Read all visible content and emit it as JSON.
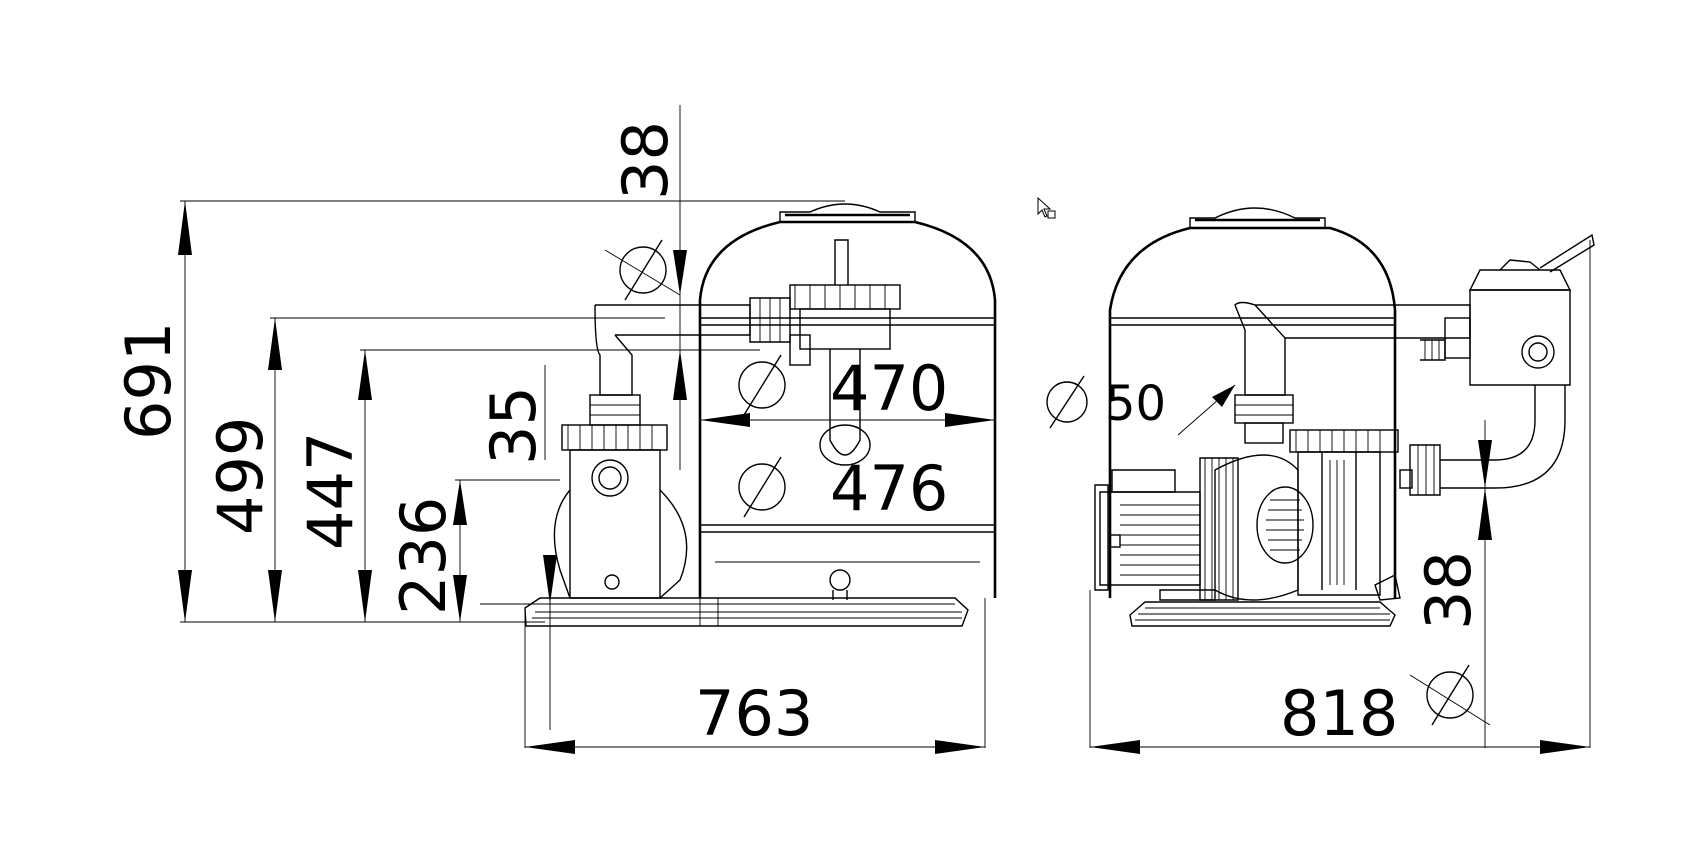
{
  "dimensions": {
    "total_height": "691",
    "pipe_height_upper": "499",
    "pipe_height_lower": "447",
    "pump_inlet_height": "236",
    "pump_offset": "35",
    "top_pipe_diameter": "38",
    "tank_diameter_inner": "470",
    "tank_diameter_outer": "476",
    "front_width": "763",
    "side_width": "818",
    "pipe_diameter_side": "50",
    "side_pipe_diameter_bottom": "38",
    "diameter_symbol": "Ø"
  }
}
